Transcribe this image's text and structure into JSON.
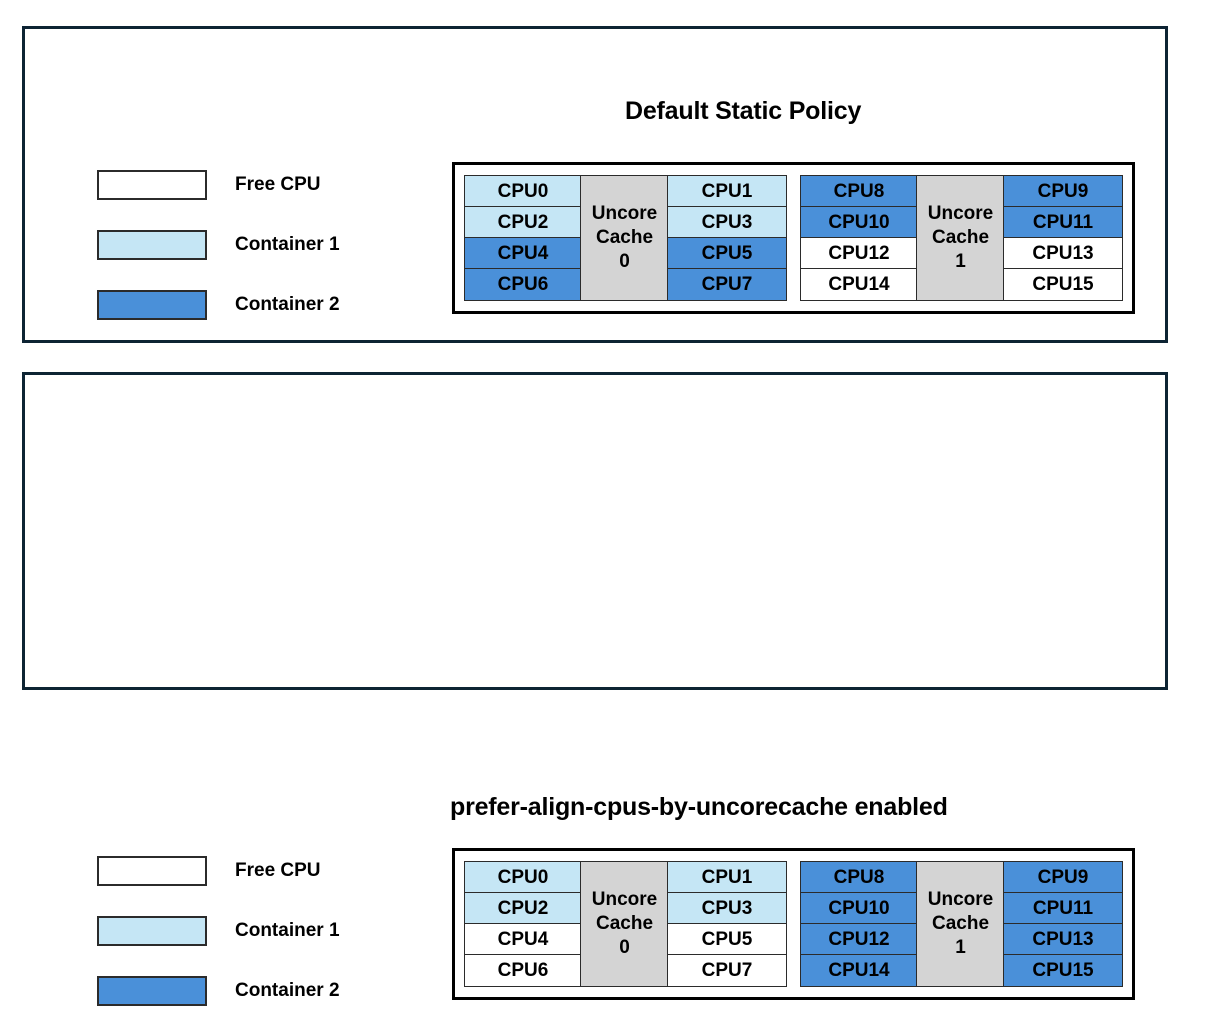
{
  "colors": {
    "free": "#ffffff",
    "container1": "#c5e6f5",
    "container2": "#4a90d9",
    "cache": "#d4d4d4",
    "panel_border": "#0d2433",
    "cell_border": "#2b2b2b"
  },
  "legend": {
    "items": [
      {
        "label": "Free CPU",
        "state": "free"
      },
      {
        "label": "Container 1",
        "state": "container1"
      },
      {
        "label": "Container 2",
        "state": "container2"
      }
    ]
  },
  "panels": [
    {
      "id": "default-static-policy",
      "title": "Default Static Policy",
      "cache_blocks": [
        {
          "cache_label_line1": "Uncore",
          "cache_label_line2": "Cache",
          "cache_label_line3": "0",
          "left_column": [
            {
              "label": "CPU0",
              "state": "container1"
            },
            {
              "label": "CPU2",
              "state": "container1"
            },
            {
              "label": "CPU4",
              "state": "container2"
            },
            {
              "label": "CPU6",
              "state": "container2"
            }
          ],
          "right_column": [
            {
              "label": "CPU1",
              "state": "container1"
            },
            {
              "label": "CPU3",
              "state": "container1"
            },
            {
              "label": "CPU5",
              "state": "container2"
            },
            {
              "label": "CPU7",
              "state": "container2"
            }
          ]
        },
        {
          "cache_label_line1": "Uncore",
          "cache_label_line2": "Cache",
          "cache_label_line3": "1",
          "left_column": [
            {
              "label": "CPU8",
              "state": "container2"
            },
            {
              "label": "CPU10",
              "state": "container2"
            },
            {
              "label": "CPU12",
              "state": "free"
            },
            {
              "label": "CPU14",
              "state": "free"
            }
          ],
          "right_column": [
            {
              "label": "CPU9",
              "state": "container2"
            },
            {
              "label": "CPU11",
              "state": "container2"
            },
            {
              "label": "CPU13",
              "state": "free"
            },
            {
              "label": "CPU15",
              "state": "free"
            }
          ]
        }
      ]
    },
    {
      "id": "prefer-align-cpus-by-uncorecache-enabled",
      "title": "prefer-align-cpus-by-uncorecache enabled",
      "cache_blocks": [
        {
          "cache_label_line1": "Uncore",
          "cache_label_line2": "Cache",
          "cache_label_line3": "0",
          "left_column": [
            {
              "label": "CPU0",
              "state": "container1"
            },
            {
              "label": "CPU2",
              "state": "container1"
            },
            {
              "label": "CPU4",
              "state": "free"
            },
            {
              "label": "CPU6",
              "state": "free"
            }
          ],
          "right_column": [
            {
              "label": "CPU1",
              "state": "container1"
            },
            {
              "label": "CPU3",
              "state": "container1"
            },
            {
              "label": "CPU5",
              "state": "free"
            },
            {
              "label": "CPU7",
              "state": "free"
            }
          ]
        },
        {
          "cache_label_line1": "Uncore",
          "cache_label_line2": "Cache",
          "cache_label_line3": "1",
          "left_column": [
            {
              "label": "CPU8",
              "state": "container2"
            },
            {
              "label": "CPU10",
              "state": "container2"
            },
            {
              "label": "CPU12",
              "state": "container2"
            },
            {
              "label": "CPU14",
              "state": "container2"
            }
          ],
          "right_column": [
            {
              "label": "CPU9",
              "state": "container2"
            },
            {
              "label": "CPU11",
              "state": "container2"
            },
            {
              "label": "CPU13",
              "state": "container2"
            },
            {
              "label": "CPU15",
              "state": "container2"
            }
          ]
        }
      ]
    }
  ]
}
